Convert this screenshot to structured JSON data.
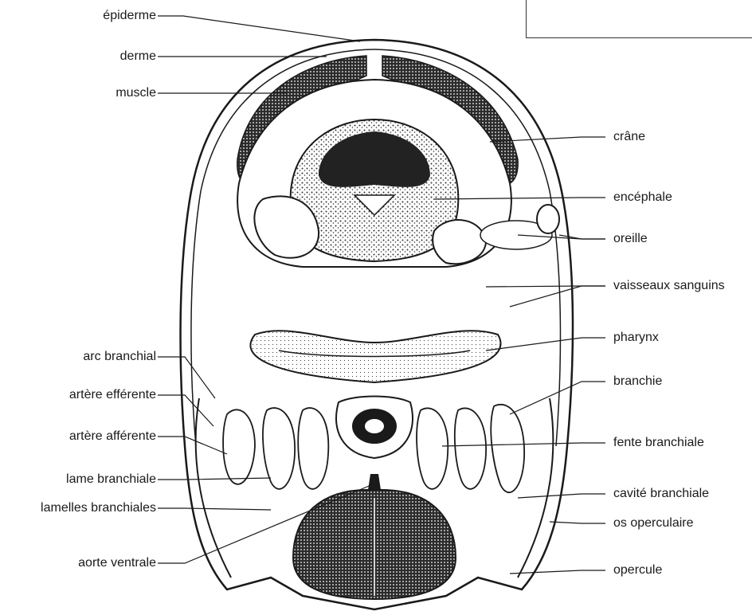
{
  "colors": {
    "ink": "#1a1a1a",
    "paper": "#ffffff",
    "stipple": "#2b2b2b"
  },
  "labels_left": [
    "épiderme",
    "derme",
    "muscle",
    "arc branchial",
    "artère efférente",
    "artère afférente",
    "lame branchiale",
    "lamelles branchiales",
    "aorte ventrale"
  ],
  "labels_right": [
    "crâne",
    "encéphale",
    "oreille",
    "vaisseaux sanguins",
    "pharynx",
    "branchie",
    "fente branchiale",
    "cavité branchiale",
    "os operculaire",
    "opercule"
  ]
}
